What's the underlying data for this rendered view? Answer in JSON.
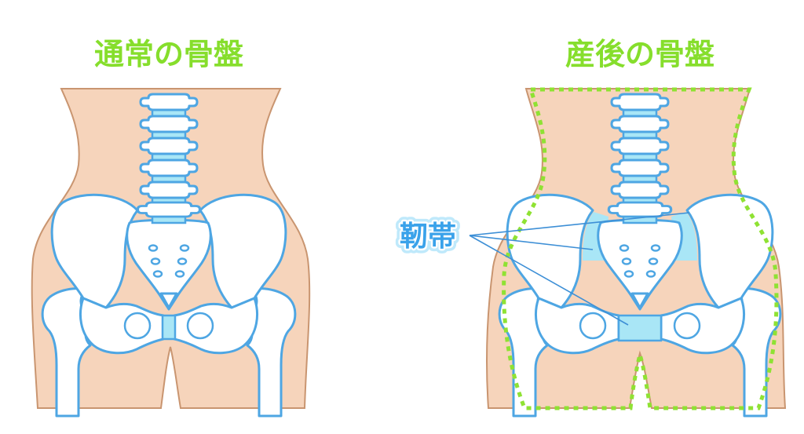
{
  "panels": [
    {
      "title": "通常の骨盤"
    },
    {
      "title": "産後の骨盤"
    }
  ],
  "annotation": {
    "label": "靭帯"
  },
  "colors": {
    "title_green": "#86de2c",
    "skin": "#f6d4bb",
    "bone_outline": "#4ea6e3",
    "disc_ligament": "#a9e6f6",
    "label_blue": "#3aa2ea"
  }
}
